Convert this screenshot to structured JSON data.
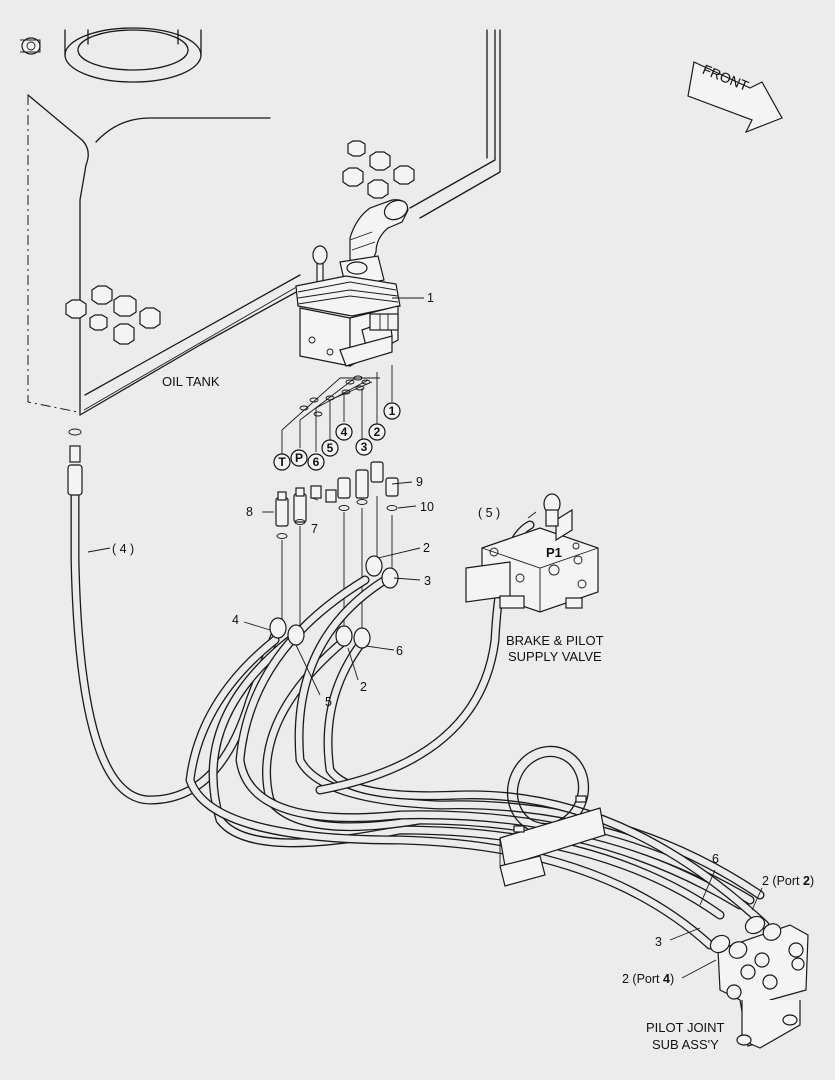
{
  "labels": {
    "front": "FRONT",
    "oil_tank": "OIL TANK",
    "brake_valve_line1": "BRAKE & PILOT",
    "brake_valve_line2": "SUPPLY VALVE",
    "pilot_joint_line1": "PILOT JOINT",
    "pilot_joint_line2": "SUB ASS'Y",
    "p1": "P1",
    "hose_4": "( 4 )",
    "hose_5": "( 5 )",
    "port2_prefix": "2 (Port ",
    "port2_num": "2",
    "port4_prefix": "2 (Port ",
    "port4_num": "4",
    "close_paren": ")"
  },
  "callouts": {
    "c1": "1",
    "c2a": "2",
    "c3a": "3",
    "c4": "4",
    "c5": "5",
    "c6a": "6",
    "c2b": "2",
    "c7": "7",
    "c8": "8",
    "c9": "9",
    "c10": "10",
    "c6b": "6",
    "c3b": "3"
  },
  "port_markers": {
    "T": "T",
    "P": "P",
    "p6": "6",
    "p5": "5",
    "p4": "4",
    "p3": "3",
    "p2": "2",
    "p1": "1"
  }
}
